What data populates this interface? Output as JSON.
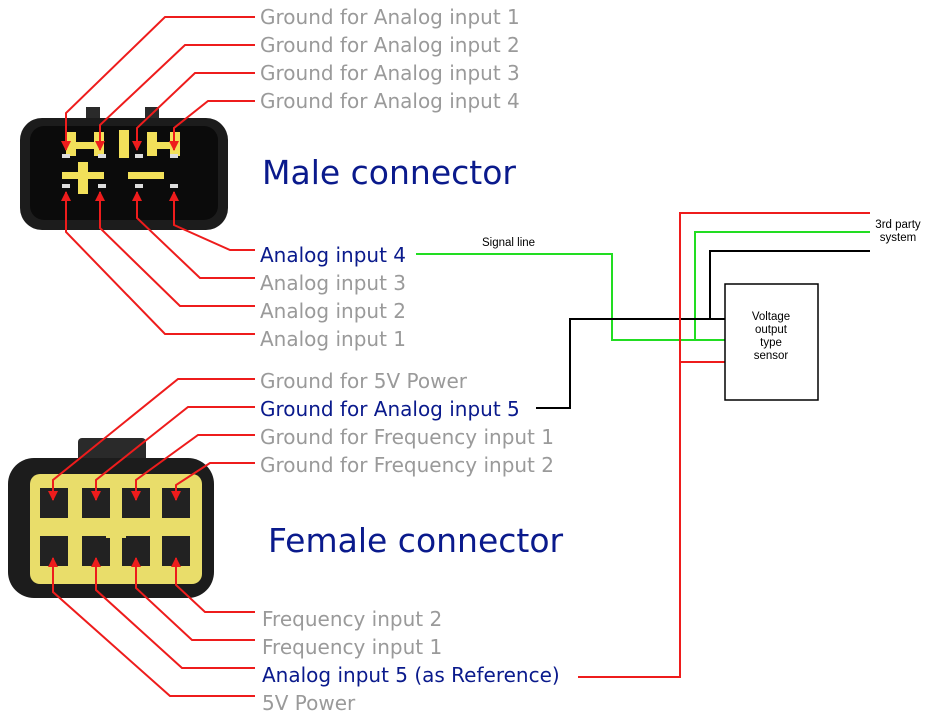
{
  "male": {
    "title": "Male connector",
    "top_labels": [
      "Ground for Analog input 1",
      "Ground for Analog input 2",
      "Ground for Analog input 3",
      "Ground for Analog input 4"
    ],
    "bottom_labels": [
      "Analog input 4",
      "Analog input 3",
      "Analog input 2",
      "Analog input 1"
    ],
    "highlighted": [
      "Analog input 4"
    ]
  },
  "female": {
    "title": "Female connector",
    "top_labels": [
      "Ground for 5V Power",
      "Ground for Analog input 5",
      "Ground for Frequency input 1",
      "Ground for Frequency input 2"
    ],
    "bottom_labels": [
      "Frequency input 2",
      "Frequency input 1",
      "Analog input 5 (as Reference)",
      "5V Power"
    ],
    "highlighted": [
      "Ground for Analog input 5",
      "Analog input 5 (as Reference)"
    ]
  },
  "signal_line_label": "Signal line",
  "sensor": {
    "line1": "Voltage",
    "line2": "output",
    "line3": "type",
    "line4": "sensor"
  },
  "third_party": {
    "line1": "3rd party",
    "line2": "system"
  },
  "colors": {
    "wire_power": "#ee1c1c",
    "wire_signal": "#22dd22",
    "wire_ground": "#000000",
    "label_highlight": "#0a1a8c",
    "label_dim": "#9a9a9a"
  }
}
